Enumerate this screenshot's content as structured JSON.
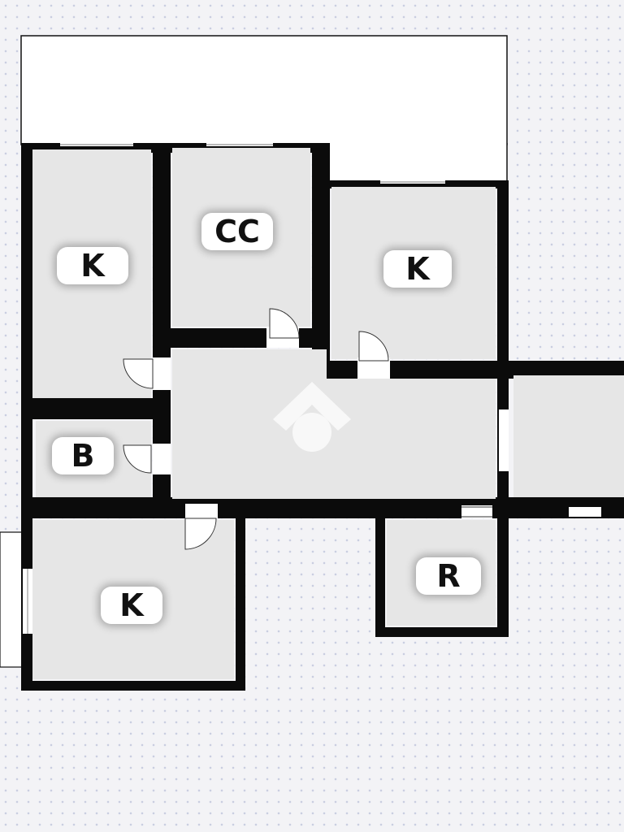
{
  "floor_plan": {
    "rooms": [
      {
        "id": "room-k-top-left",
        "label": "K"
      },
      {
        "id": "room-cc",
        "label": "CC"
      },
      {
        "id": "room-k-top-right",
        "label": "K"
      },
      {
        "id": "room-b",
        "label": "B"
      },
      {
        "id": "room-k-bottom",
        "label": "K"
      },
      {
        "id": "room-r",
        "label": "R"
      }
    ],
    "colors": {
      "wall": "#0b0b0b",
      "room_fill": "#e6e6e6",
      "balcony_fill": "#ffffff",
      "background": "#f3f3f6"
    },
    "watermark_icon": "house-logo-icon"
  }
}
